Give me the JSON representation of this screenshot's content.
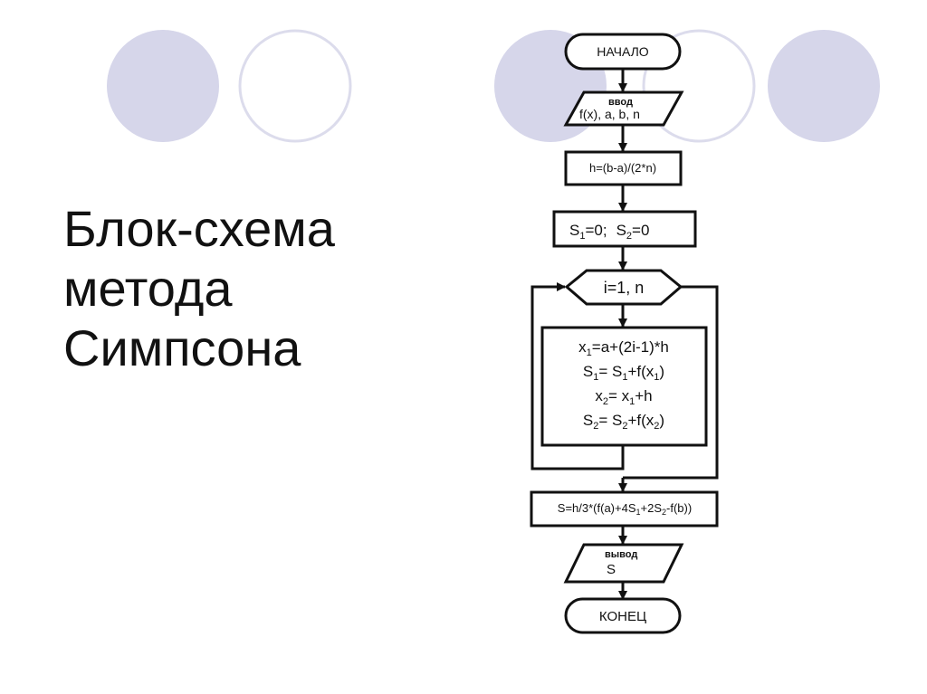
{
  "slide": {
    "title_lines": [
      "Блок-схема",
      "метода",
      "Симпсона"
    ]
  },
  "colors": {
    "circle_fill": "#d6d6ea",
    "circle_stroke": "#d6d6ea",
    "circle_outline": "#dcdcec",
    "line": "#111111"
  },
  "flowchart": {
    "start": "НАЧАЛО",
    "input_label": "ввод",
    "input_vars": "f(x), a, b, n",
    "step_h": "h=(b-a)/(2*n)",
    "init": {
      "S1": "S",
      "s1_sub": "1",
      "s1_rest": "=0;",
      "S2": "S",
      "s2_sub": "2",
      "s2_rest": "=0"
    },
    "loop": "i=1, n",
    "body": {
      "l1": {
        "a": "x",
        "a_sub": "1",
        "b": "=a+(2i-1)*h"
      },
      "l2": {
        "a": "S",
        "a_sub": "1",
        "b": "= S",
        "b_sub": "1",
        "c": "+f(x",
        "c_sub": "1",
        "d": ")"
      },
      "l3": {
        "a": "x",
        "a_sub": "2",
        "b": "= x",
        "b_sub": "1",
        "c": "+h"
      },
      "l4": {
        "a": "S",
        "a_sub": "2",
        "b": "= S",
        "b_sub": "2",
        "c": "+f(x",
        "c_sub": "2",
        "d": ")"
      }
    },
    "result": {
      "a": "S=h/3*(f(a)+4S",
      "a_sub": "1",
      "b": "+2S",
      "b_sub": "2",
      "c": "-f(b))"
    },
    "output_label": "вывод",
    "output_var": "S",
    "end": "КОНЕЦ"
  }
}
